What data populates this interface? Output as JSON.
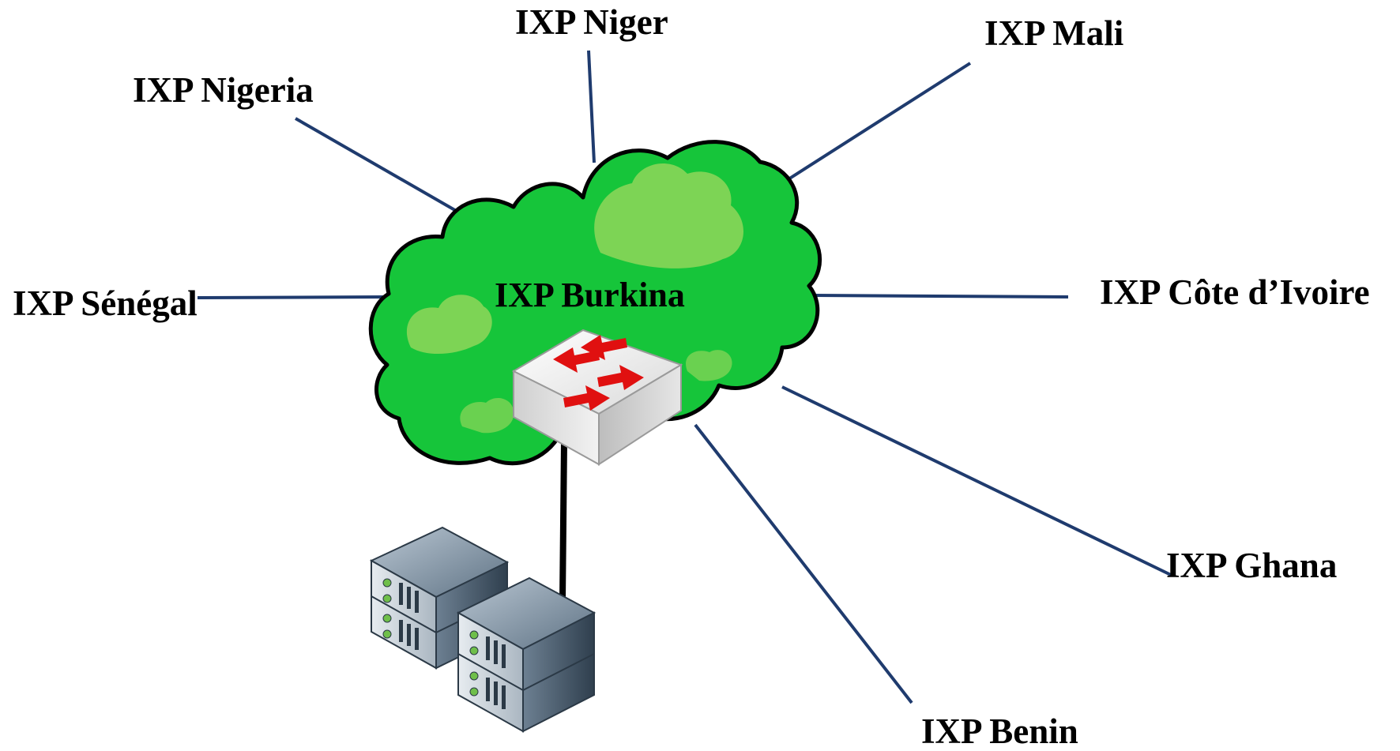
{
  "colors": {
    "link": "#1f3b6e",
    "uplink": "#000000",
    "cloud_fill": "#16c53a",
    "cloud_highlight": "#8fd65a",
    "cloud_outline": "#000000",
    "arrow": "#e01010"
  },
  "hub": {
    "label": "IXP Burkina",
    "icons": [
      "cloud-icon",
      "switch-icon",
      "server-rack-icon"
    ]
  },
  "peers": [
    {
      "id": "niger",
      "label": "IXP Niger"
    },
    {
      "id": "mali",
      "label": "IXP Mali"
    },
    {
      "id": "nigeria",
      "label": "IXP Nigeria"
    },
    {
      "id": "senegal",
      "label": "IXP Sénégal"
    },
    {
      "id": "cote-divoire",
      "label": "IXP Côte d’Ivoire"
    },
    {
      "id": "ghana",
      "label": "IXP Ghana"
    },
    {
      "id": "benin",
      "label": "IXP Benin"
    }
  ]
}
